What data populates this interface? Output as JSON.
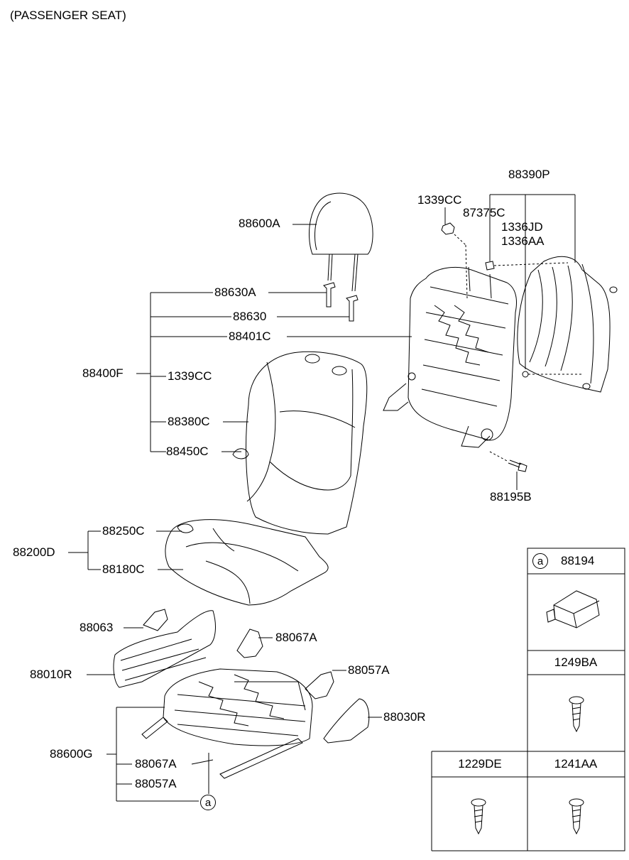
{
  "caption": "(PASSENGER SEAT)",
  "callouts": {
    "c88390P": "88390P",
    "c1339CC_top": "1339CC",
    "c87375C": "87375C",
    "c1336JD": "1336JD",
    "c1336AA": "1336AA",
    "c88600A": "88600A",
    "c88630A": "88630A",
    "c88630": "88630",
    "c88401C": "88401C",
    "c88400F": "88400F",
    "c1339CC_left": "1339CC",
    "c88380C": "88380C",
    "c88450C": "88450C",
    "c88195B": "88195B",
    "c88250C": "88250C",
    "c88200D": "88200D",
    "c88180C": "88180C",
    "c88063": "88063",
    "c88067A_top": "88067A",
    "c88010R": "88010R",
    "c88057A_top": "88057A",
    "c88030R": "88030R",
    "c88600G": "88600G",
    "c88067A_bottom": "88067A",
    "c88057A_bottom": "88057A",
    "ref_a": "a"
  },
  "parts_table": {
    "ref_a": "a",
    "c88194": "88194",
    "c1249BA": "1249BA",
    "c1229DE": "1229DE",
    "c1241AA": "1241AA"
  }
}
